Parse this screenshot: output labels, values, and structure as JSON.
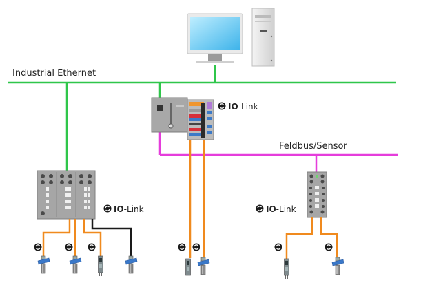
{
  "diagram": {
    "title": "IO-Link network topology",
    "networks": {
      "ethernet_label": "Industrial Ethernet",
      "fieldbus_label": "Feldbus/Sensor"
    },
    "iolink": {
      "prefix": "IO",
      "suffix": "-Link"
    },
    "colors": {
      "ethernet": "#2fc64a",
      "fieldbus": "#e53ddb",
      "iolink_cable": "#f08a1e",
      "standard_cable": "#1a1a1a",
      "device_gray": "#9c9c9c",
      "sensor_blue": "#3a78c9",
      "monitor_screen": "#7fd2f3"
    },
    "nodes": [
      {
        "id": "pc",
        "type": "workstation"
      },
      {
        "id": "master-center",
        "type": "IO-Link master (terminal block)",
        "network": "Industrial Ethernet"
      },
      {
        "id": "master-left",
        "type": "IO-Link master (field module)",
        "network": "Industrial Ethernet"
      },
      {
        "id": "master-right",
        "type": "IO-Link master (field module)",
        "network": "Feldbus/Sensor"
      }
    ],
    "devices": {
      "left": [
        "sensor-inductive",
        "sensor-inductive",
        "sensor-photo",
        "sensor-inductive (standard)"
      ],
      "center": [
        "sensor-photo",
        "sensor-inductive"
      ],
      "right": [
        "sensor-photo",
        "sensor-inductive"
      ]
    }
  }
}
